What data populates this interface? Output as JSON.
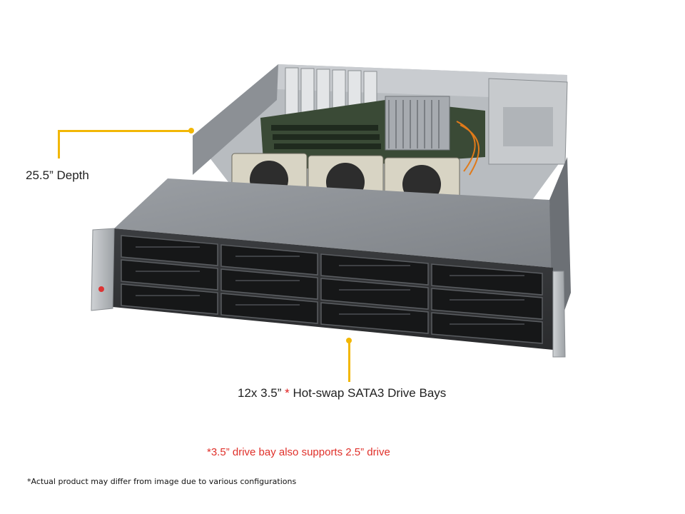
{
  "callouts": {
    "depth_label": "25.5” Depth",
    "bays_prefix": "12x 3.5” ",
    "bays_star": "*",
    "bays_suffix": " Hot-swap SATA3 Drive Bays"
  },
  "note": "*3.5” drive bay also supports 2.5” drive",
  "footnote": "*Actual product may differ from image due to various configurations",
  "colors": {
    "accent_callout": "#f2b705",
    "note_red": "#e0302a",
    "chassis_top": "#8f9398",
    "drive_tray": "#1b1c1e"
  },
  "image": {
    "subject": "2U rackmount storage server chassis with 12 front drive bays"
  }
}
